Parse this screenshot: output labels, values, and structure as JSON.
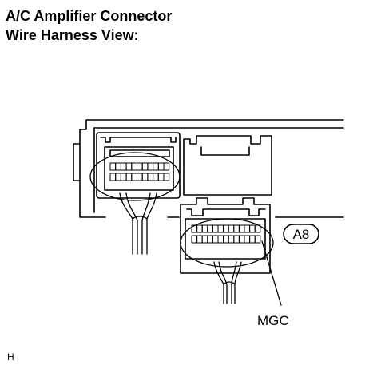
{
  "title": {
    "line1": "A/C Amplifier Connector",
    "line2": "Wire Harness View:"
  },
  "connector_id": "A8",
  "pin_label": "MGC",
  "corner_mark": "H"
}
